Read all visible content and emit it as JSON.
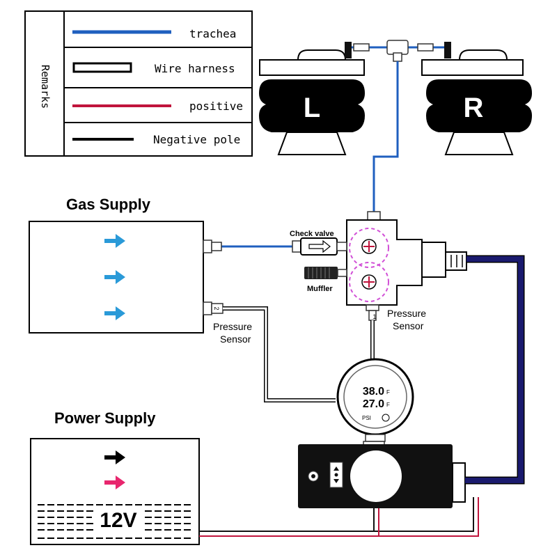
{
  "legend": {
    "heading": "Remarks",
    "items": [
      {
        "label": "trachea",
        "kind": "line",
        "color": "#1f5fbf"
      },
      {
        "label": "Wire harness",
        "kind": "box",
        "color": "#000000"
      },
      {
        "label": "positive",
        "kind": "line",
        "color": "#c0143c"
      },
      {
        "label": "Negative pole",
        "kind": "line",
        "color": "#000000"
      }
    ]
  },
  "bags": {
    "left": "L",
    "right": "R"
  },
  "gas_supply": {
    "title": "Gas Supply"
  },
  "power_supply": {
    "title": "Power Supply",
    "voltage": "12V"
  },
  "labels": {
    "check_valve": "Check valve",
    "muffler": "Muffler",
    "pressure_sensor_left": "Pressure\nSensor",
    "pressure_sensor_right": "Pressure\nSensor",
    "port_1": "1",
    "port_2": "2"
  },
  "gauge": {
    "reading_1": "38.0",
    "reading_2": "27.0",
    "unit": "F",
    "caption": "PSI"
  },
  "colors": {
    "trachea": "#1f5fbf",
    "harness": "#1a1a6e",
    "positive": "#c0143c",
    "negative": "#111111",
    "arrow_blue": "#2a9ad8",
    "arrow_pink": "#e8266e",
    "dashed_circle": "#d14fd6"
  }
}
